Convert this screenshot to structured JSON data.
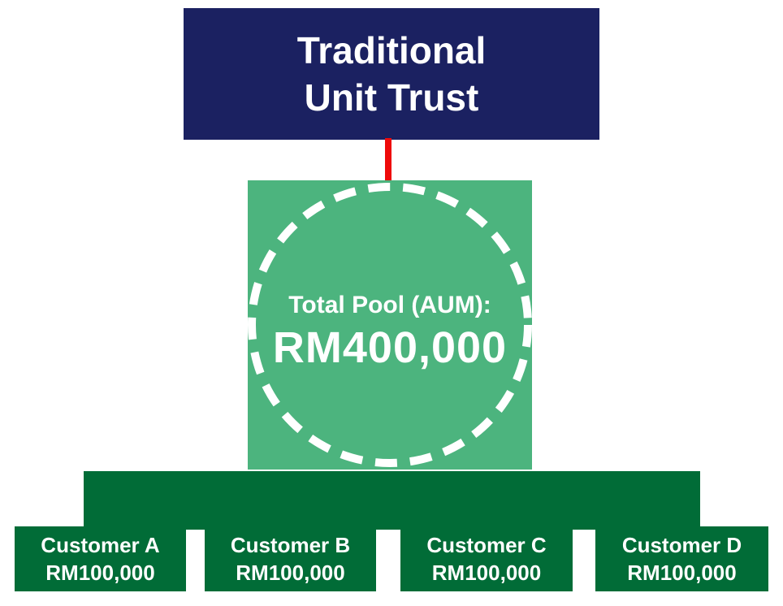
{
  "title": {
    "line1": "Traditional",
    "line2": "Unit Trust"
  },
  "pool": {
    "label": "Total Pool (AUM):",
    "amount": "RM400,000"
  },
  "customers": [
    {
      "name": "Customer A",
      "amount": "RM100,000"
    },
    {
      "name": "Customer B",
      "amount": "RM100,000"
    },
    {
      "name": "Customer C",
      "amount": "RM100,000"
    },
    {
      "name": "Customer D",
      "amount": "RM100,000"
    }
  ],
  "palette": {
    "navy": "#1b2161",
    "light_green": "#4cb47e",
    "dark_green": "#016c37",
    "red": "#ee0a0a",
    "text_white": "#ffffff"
  }
}
